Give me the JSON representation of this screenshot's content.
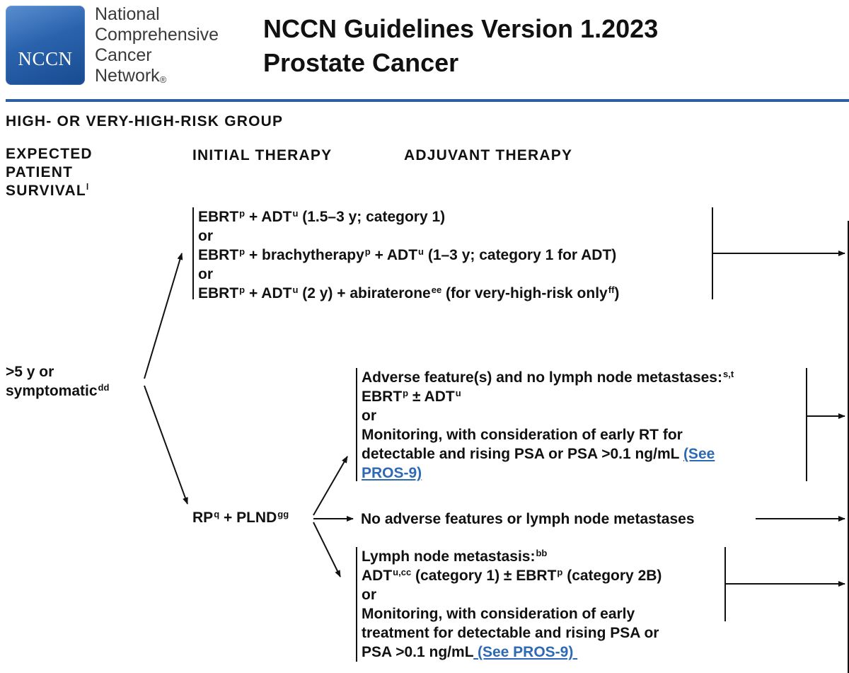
{
  "logo": {
    "text": "NCCN"
  },
  "org": {
    "line1": "National",
    "line2": "Comprehensive",
    "line3": "Cancer",
    "line4": "Network",
    "reg": "®"
  },
  "title": {
    "line1": "NCCN Guidelines Version 1.2023",
    "line2": "Prostate Cancer"
  },
  "section": "HIGH- OR VERY-HIGH-RISK GROUP",
  "headers": {
    "survival": {
      "line1": "EXPECTED",
      "line2": "PATIENT",
      "line3": "SURVIVAL",
      "sup": "l"
    },
    "initial": "INITIAL THERAPY",
    "adjuvant": "ADJUVANT THERAPY"
  },
  "start": {
    "line1": ">5 y or",
    "line2": "symptomatic",
    "sup": "dd"
  },
  "rt_option": {
    "line1": {
      "a": "EBRT",
      "a_sup": "p",
      "b": " + ADT",
      "b_sup": "u",
      "c": " (1.5–3 y; category 1)"
    },
    "or1": "or",
    "line2": {
      "a": "EBRT",
      "a_sup": "p",
      "b": " + brachytherapy",
      "b_sup": "p",
      "c": " + ADT",
      "c_sup": "u",
      "d": " (1–3 y; category 1 for ADT)"
    },
    "or2": "or",
    "line3": {
      "a": "EBRT",
      "a_sup": "p",
      "b": " + ADT",
      "b_sup": "u",
      "c": " (2 y) + abiraterone",
      "c_sup": "ee",
      "d": " (for very-high-risk only",
      "d_sup": "ff",
      "e": ")"
    }
  },
  "surgery": {
    "a": "RP",
    "a_sup": "q",
    "b": " + PLND",
    "b_sup": "gg"
  },
  "adverse": {
    "line1": "Adverse feature(s) and no lymph node metastases:",
    "line1_sup": "s,t",
    "line2": {
      "a": "EBRT",
      "a_sup": "p",
      "b": " ± ADT",
      "b_sup": "u"
    },
    "or": "or",
    "line3": "Monitoring, with consideration of early RT for",
    "line4": "detectable and rising PSA or PSA >0.1 ng/mL",
    "link_a": "(See",
    "link_b": "PROS-9)"
  },
  "no_adverse": "No adverse features or lymph node metastases",
  "lymph": {
    "line1": "Lymph node metastasis:",
    "line1_sup": "bb",
    "line2": {
      "a": "ADT",
      "a_sup": "u,cc",
      "b": " (category 1) ± EBRT",
      "b_sup": "p",
      "c": " (category 2B)"
    },
    "or": "or",
    "line3": "Monitoring, with consideration of early",
    "line4": "treatment for detectable and rising PSA or",
    "line5": "PSA >0.1 ng/mL",
    "link": " (See PROS-9) "
  },
  "colors": {
    "brand_blue": "#2e5fa3",
    "link_blue": "#2e6ab3",
    "text": "#111111"
  }
}
